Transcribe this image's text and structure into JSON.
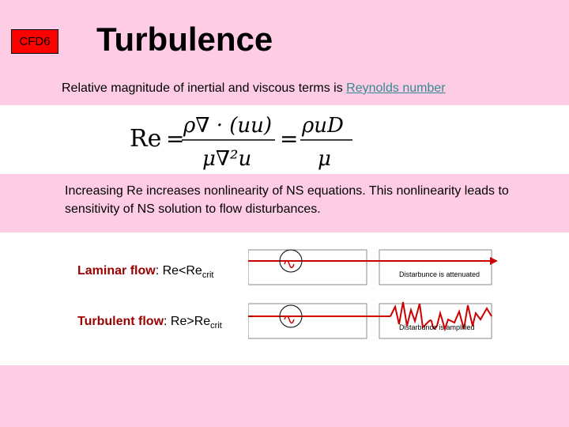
{
  "badge": "CFD6",
  "title": "Turbulence",
  "subtitle": {
    "text": "Relative magnitude of inertial and viscous terms is ",
    "link": "Reynolds number"
  },
  "formula": {
    "lhs": "Re",
    "eq": "=",
    "frac1_num": "ρ∇ · (uu)",
    "frac1_den": "μ∇²u",
    "frac2_num": "ρuD",
    "frac2_den": "μ"
  },
  "paragraph": "Increasing Re increases nonlinearity of NS equations. This nonlinearity leads to sensitivity of NS solution to flow disturbances.",
  "laminar": {
    "name": "Laminar flow",
    "rest": ": Re<Re",
    "sub": "crit",
    "note": "Distarbunce is attenuated"
  },
  "turbulent": {
    "name": "Turbulent flow",
    "rest": ": Re>Re",
    "sub": "crit",
    "note": "Distarbunce is amplified"
  },
  "colors": {
    "pink": "#ffcce6",
    "badge": "#ff0000",
    "flow_name": "#990000",
    "arrow": "#cc0000",
    "link": "#338a90"
  }
}
